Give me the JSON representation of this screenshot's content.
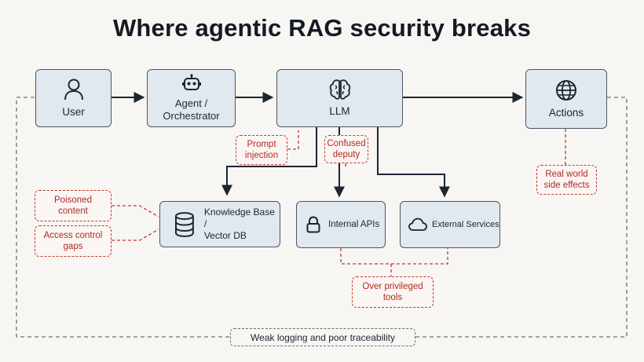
{
  "title": "Where agentic RAG security breaks",
  "nodes": {
    "user": {
      "label": "User",
      "icon": "user-icon"
    },
    "agent": {
      "label": "Agent /\nOrchestrator",
      "icon": "robot-icon"
    },
    "llm": {
      "label": "LLM",
      "icon": "brain-icon"
    },
    "actions": {
      "label": "Actions",
      "icon": "globe-icon"
    },
    "knowledge": {
      "label": "Knowledge Base /\nVector DB",
      "icon": "database-icon"
    },
    "internal_apis": {
      "label": "Internal APIs",
      "icon": "lock-icon"
    },
    "external": {
      "label": "External Services",
      "icon": "cloud-icon"
    }
  },
  "risks": {
    "prompt_injection": "Prompt\ninjection",
    "confused_deputy": "Confused\ndeputy",
    "real_world": "Real world\nside effects",
    "poisoned": "Poisoned\ncontent",
    "access_gaps": "Access control\ngaps",
    "over_privileged": "Over privileged\ntools"
  },
  "footer": "Weak logging and poor traceability",
  "colors": {
    "node_fill": "#e2e8ef",
    "node_stroke": "#4a5663",
    "risk_red": "#c0392b",
    "connector_gray": "#6b6f75",
    "background": "#f7f6f3"
  }
}
